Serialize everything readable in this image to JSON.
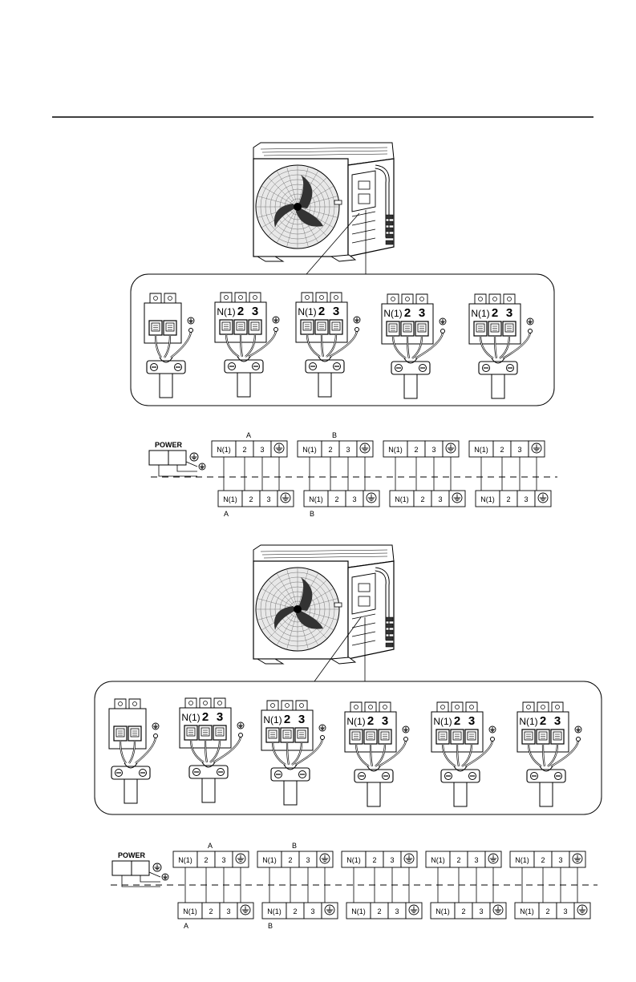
{
  "figures": [
    {
      "id": "fig1",
      "terminal_blocks": [
        {
          "labels": []
        },
        {
          "labels": [
            "N(1)",
            "2",
            "3"
          ]
        },
        {
          "labels": [
            "N(1)",
            "2",
            "3"
          ]
        },
        {
          "labels": [
            "N(1)",
            "2",
            "3"
          ]
        },
        {
          "labels": [
            "N(1)",
            "2",
            "3"
          ]
        }
      ],
      "schematic": {
        "power_label": "POWER",
        "outdoor_blocks": [
          {
            "group": "A",
            "cells": [
              "N(1)",
              "2",
              "3"
            ]
          },
          {
            "group": "B",
            "cells": [
              "N(1)",
              "2",
              "3"
            ]
          },
          {
            "group": "",
            "cells": [
              "N(1)",
              "2",
              "3"
            ]
          },
          {
            "group": "",
            "cells": [
              "N(1)",
              "2",
              "3"
            ]
          }
        ],
        "indoor_blocks": [
          {
            "group": "A",
            "cells": [
              "N(1)",
              "2",
              "3"
            ]
          },
          {
            "group": "B",
            "cells": [
              "N(1)",
              "2",
              "3"
            ]
          },
          {
            "group": "",
            "cells": [
              "N(1)",
              "2",
              "3"
            ]
          },
          {
            "group": "",
            "cells": [
              "N(1)",
              "2",
              "3"
            ]
          }
        ]
      }
    },
    {
      "id": "fig2",
      "terminal_blocks": [
        {
          "labels": []
        },
        {
          "labels": [
            "N(1)",
            "2",
            "3"
          ]
        },
        {
          "labels": [
            "N(1)",
            "2",
            "3"
          ]
        },
        {
          "labels": [
            "N(1)",
            "2",
            "3"
          ]
        },
        {
          "labels": [
            "N(1)",
            "2",
            "3"
          ]
        },
        {
          "labels": [
            "N(1)",
            "2",
            "3"
          ]
        }
      ],
      "schematic": {
        "power_label": "POWER",
        "outdoor_blocks": [
          {
            "group": "A",
            "cells": [
              "N(1)",
              "2",
              "3"
            ]
          },
          {
            "group": "B",
            "cells": [
              "N(1)",
              "2",
              "3"
            ]
          },
          {
            "group": "",
            "cells": [
              "N(1)",
              "2",
              "3"
            ]
          },
          {
            "group": "",
            "cells": [
              "N(1)",
              "2",
              "3"
            ]
          },
          {
            "group": "",
            "cells": [
              "N(1)",
              "2",
              "3"
            ]
          }
        ],
        "indoor_blocks": [
          {
            "group": "A",
            "cells": [
              "N(1)",
              "2",
              "3"
            ]
          },
          {
            "group": "B",
            "cells": [
              "N(1)",
              "2",
              "3"
            ]
          },
          {
            "group": "",
            "cells": [
              "N(1)",
              "2",
              "3"
            ]
          },
          {
            "group": "",
            "cells": [
              "N(1)",
              "2",
              "3"
            ]
          },
          {
            "group": "",
            "cells": [
              "N(1)",
              "2",
              "3"
            ]
          }
        ]
      }
    }
  ]
}
